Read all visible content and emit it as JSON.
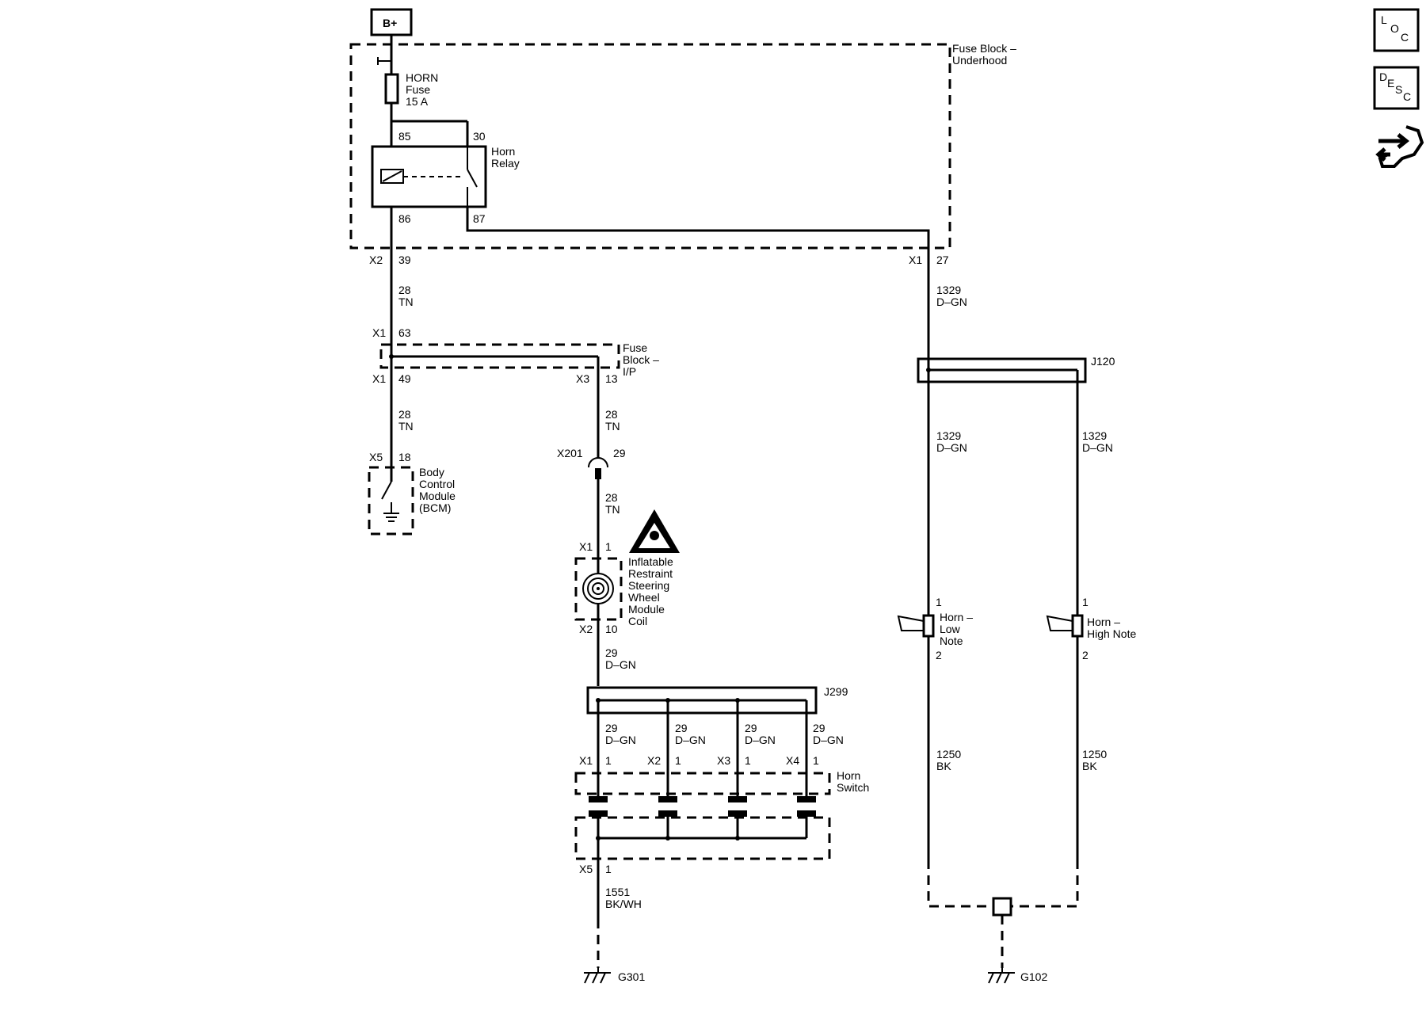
{
  "source": {
    "label": "B+"
  },
  "fuse_block_underhood": {
    "title_line1": "Fuse Block –",
    "title_line2": "Underhood"
  },
  "horn_fuse": {
    "line1": "HORN",
    "line2": "Fuse",
    "line3": "15 A"
  },
  "horn_relay": {
    "line1": "Horn",
    "line2": "Relay",
    "pin85": "85",
    "pin30": "30",
    "pin86": "86",
    "pin87": "87"
  },
  "underhood_out_left": {
    "conn": "X2",
    "pin": "39"
  },
  "underhood_out_right": {
    "conn": "X1",
    "pin": "27"
  },
  "wire_28_tn_a": {
    "circuit": "28",
    "color": "TN"
  },
  "wire_1329_a": {
    "circuit": "1329",
    "color": "D–GN"
  },
  "fuse_block_ip": {
    "line1": "Fuse",
    "line2": "Block –",
    "line3": "I/P",
    "in_conn": "X1",
    "in_pin": "63",
    "out1_conn": "X1",
    "out1_pin": "49",
    "out2_conn": "X3",
    "out2_pin": "13"
  },
  "wire_28_tn_b": {
    "circuit": "28",
    "color": "TN"
  },
  "wire_28_tn_c": {
    "circuit": "28",
    "color": "TN"
  },
  "bcm": {
    "conn": "X5",
    "pin": "18",
    "line1": "Body",
    "line2": "Control",
    "line3": "Module",
    "line4": "(BCM)"
  },
  "x201": {
    "conn": "X201",
    "pin": "29"
  },
  "wire_28_tn_d": {
    "circuit": "28",
    "color": "TN"
  },
  "coil": {
    "in_conn": "X1",
    "in_pin": "1",
    "out_conn": "X2",
    "out_pin": "10",
    "line1": "Inflatable",
    "line2": "Restraint",
    "line3": "Steering",
    "line4": "Wheel",
    "line5": "Module",
    "line6": "Coil"
  },
  "wire_29_dgn_a": {
    "circuit": "29",
    "color": "D–GN"
  },
  "j299": {
    "label": "J299"
  },
  "switch_wires": [
    {
      "circuit": "29",
      "color": "D–GN",
      "conn": "X1",
      "pin": "1"
    },
    {
      "circuit": "29",
      "color": "D–GN",
      "conn": "X2",
      "pin": "1"
    },
    {
      "circuit": "29",
      "color": "D–GN",
      "conn": "X3",
      "pin": "1"
    },
    {
      "circuit": "29",
      "color": "D–GN",
      "conn": "X4",
      "pin": "1"
    }
  ],
  "horn_switch": {
    "line1": "Horn",
    "line2": "Switch",
    "out_conn": "X5",
    "out_pin": "1"
  },
  "wire_1551": {
    "circuit": "1551",
    "color": "BK/WH"
  },
  "g301": {
    "label": "G301"
  },
  "j120": {
    "label": "J120"
  },
  "wire_1329_b": {
    "circuit": "1329",
    "color": "D–GN"
  },
  "wire_1329_c": {
    "circuit": "1329",
    "color": "D–GN"
  },
  "horn_low": {
    "pin1": "1",
    "pin2": "2",
    "line1": "Horn –",
    "line2": "Low",
    "line3": "Note"
  },
  "horn_high": {
    "pin1": "1",
    "pin2": "2",
    "line1": "Horn –",
    "line2": "High Note"
  },
  "wire_1250_a": {
    "circuit": "1250",
    "color": "BK"
  },
  "wire_1250_b": {
    "circuit": "1250",
    "color": "BK"
  },
  "g102": {
    "label": "G102"
  },
  "nav": {
    "loc": {
      "l": "L",
      "o": "O",
      "c": "C",
      "icon": "loc-icon"
    },
    "desc": {
      "d": "D",
      "e": "E",
      "s": "S",
      "c": "C",
      "icon": "desc-icon"
    },
    "tool": {
      "icon": "wrench-arrows-icon"
    }
  }
}
